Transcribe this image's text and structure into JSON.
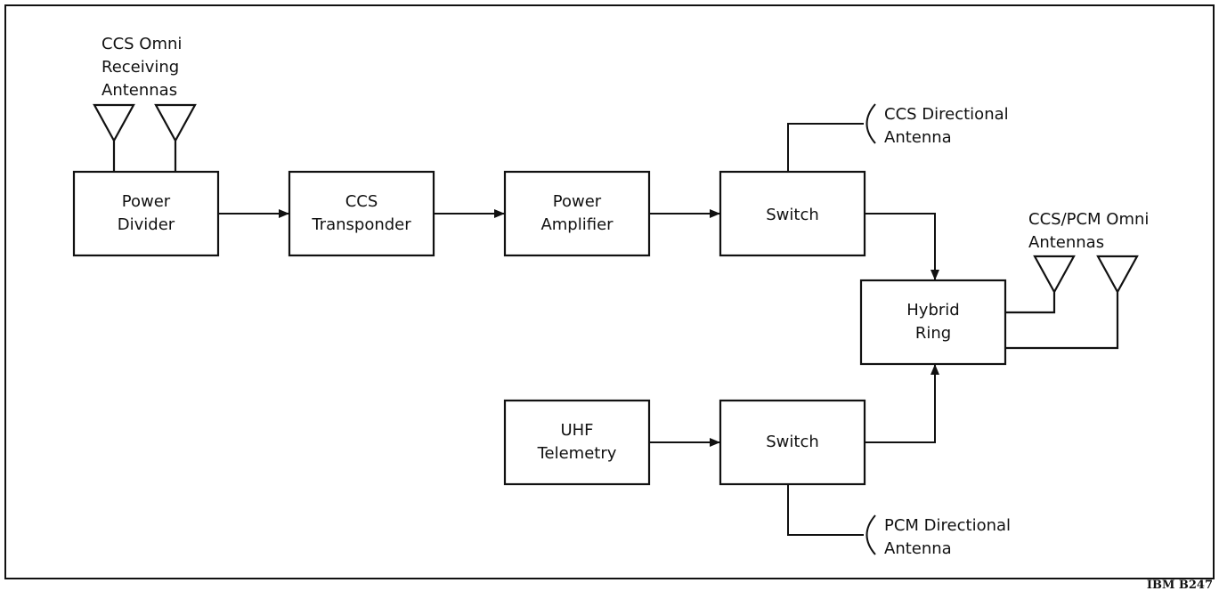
{
  "blocks": {
    "power_divider": [
      "Power",
      "Divider"
    ],
    "ccs_transponder": [
      "CCS",
      "Transponder"
    ],
    "power_amplifier": [
      "Power",
      "Amplifier"
    ],
    "switch_upper": [
      "Switch"
    ],
    "hybrid_ring": [
      "Hybrid",
      "Ring"
    ],
    "uhf_telemetry": [
      "UHF",
      "Telemetry"
    ],
    "switch_lower": [
      "Switch"
    ]
  },
  "antenna_labels": {
    "ccs_omni_receiving": [
      "CCS Omni",
      "Receiving",
      "Antennas"
    ],
    "ccs_directional": [
      "CCS Directional",
      "Antenna"
    ],
    "ccs_pcm_omni": [
      "CCS/PCM Omni",
      "Antennas"
    ],
    "pcm_directional": [
      "PCM Directional",
      "Antenna"
    ]
  },
  "reference": "IBM B247"
}
